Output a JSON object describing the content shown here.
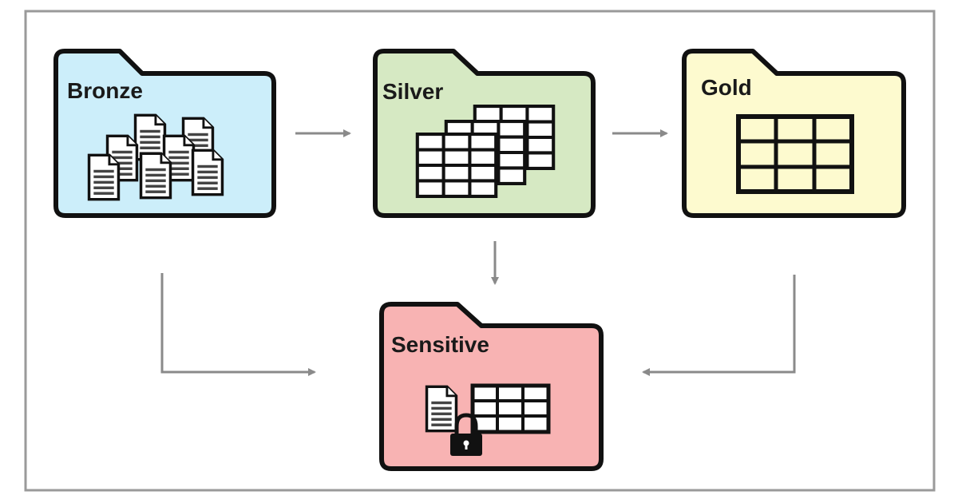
{
  "folders": {
    "bronze": {
      "label": "Bronze",
      "fill": "#cceefa",
      "icon": "documents-icon"
    },
    "silver": {
      "label": "Silver",
      "fill": "#d6e9c3",
      "icon": "stacked-tables-icon"
    },
    "gold": {
      "label": "Gold",
      "fill": "#fdfacf",
      "icon": "table-icon"
    },
    "sensitive": {
      "label": "Sensitive",
      "fill": "#f8b3b3",
      "icon": "locked-data-icon"
    }
  },
  "colors": {
    "outline": "#111111",
    "arrow": "#8a8a8a",
    "frame": "#9a9a9a"
  }
}
